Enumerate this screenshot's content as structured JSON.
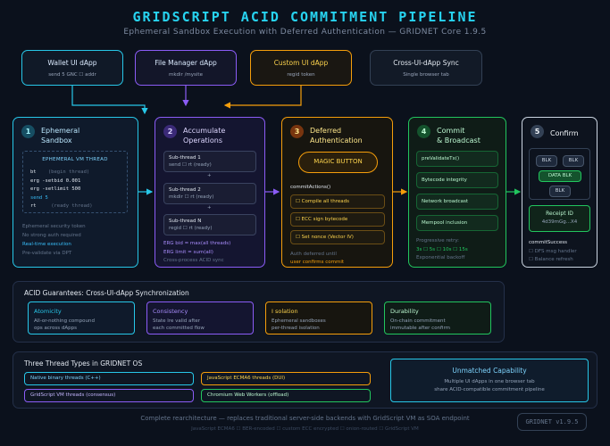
{
  "header": {
    "title": "GRIDSCRIPT ACID COMMITMENT PIPELINE",
    "subtitle": "Ephemeral Sandbox Execution with Deferred Authentication — GRIDNET Core 1.9.5"
  },
  "dapps": [
    {
      "title": "Wallet UI dApp",
      "sub": "send 5 GNC ☐ addr",
      "color": "#27c7e8"
    },
    {
      "title": "File Manager dApp",
      "sub": "mkdir /mysite",
      "color": "#8b5cf6"
    },
    {
      "title": "Custom UI dApp",
      "sub": "regid token",
      "color": "#f59e0b"
    },
    {
      "title": "Cross-UI-dApp Sync",
      "sub": "Single browser tab",
      "color": "#475569"
    }
  ],
  "col1": {
    "num": "1",
    "title": "Ephemeral",
    "title2": "Sandbox",
    "vm_title": "EPHEMERAL VM THREAD",
    "code": [
      {
        "k": "bt",
        "c": "(begin thread)"
      },
      {
        "k": "erg -setbid 0.001",
        "c": ""
      },
      {
        "k": "erg -setlimit 500",
        "c": ""
      },
      {
        "k": "send 5",
        "c": ""
      },
      {
        "k": "rt",
        "c": "(ready thread)"
      }
    ],
    "notes": [
      "Ephemeral security token",
      "No strong auth required",
      "Real-time execution",
      "Pre-validate via DPT"
    ]
  },
  "col2": {
    "num": "2",
    "title": "Accumulate",
    "title2": "Operations",
    "subs": [
      {
        "name": "Sub-thread 1",
        "cmd": "send ☐ rt (ready)"
      },
      {
        "name": "Sub-thread 2",
        "cmd": "mkdir ☐ rt (ready)"
      },
      {
        "name": "Sub-thread N",
        "cmd": "regid ☐ rt (ready)"
      }
    ],
    "plus": "+",
    "notes": [
      "ERG bid = max(all threads)",
      "ERG limit = sum(all)",
      "Cross-process ACID sync"
    ]
  },
  "col3": {
    "num": "3",
    "title": "Deferred",
    "title2": "Authentication",
    "magic": "MAGIC BUTTON",
    "commit": "commitActions()",
    "steps": [
      "☐ Compile all threads",
      "☐ ECC sign bytecode",
      "☐ Set nonce (Vector IV)"
    ],
    "notes": [
      "Auth deferred until",
      "user confirms commit"
    ]
  },
  "col4": {
    "num": "4",
    "title": "Commit",
    "title2": "& Broadcast",
    "steps": [
      "preValidateTx()",
      "Bytecode integrity",
      "Network broadcast",
      "Mempool inclusion"
    ],
    "notes": [
      "Progressive retry:",
      "3s ☐ 5s ☐ 10s ☐ 15s",
      "Exponential backoff"
    ]
  },
  "col5": {
    "num": "5",
    "title": "Confirm",
    "blk": "BLK",
    "datablk": "DATA BLK",
    "receipt": "Receipt ID",
    "receipt_id": "4d39mGg...X4",
    "success": "commitSuccess",
    "notes": [
      "☐ DFS msg handler",
      "☐ Balance refresh"
    ]
  },
  "acid": {
    "title": "ACID Guarantees: Cross-UI-dApp Synchronization",
    "items": [
      {
        "title": "Atomicity",
        "d1": "All-or-nothing compound",
        "d2": "ops across dApps",
        "color": "#27c7e8"
      },
      {
        "title": "Consistency",
        "d1": "State lre valid after",
        "d2": "each committed flow",
        "color": "#8b5cf6"
      },
      {
        "title": "I solation",
        "d1": "Ephemeral sandboxes",
        "d2": "per-thread isolation",
        "color": "#f59e0b"
      },
      {
        "title": "Durability",
        "d1": "On-chain commitment",
        "d2": "immutable after confirm",
        "color": "#22c55e"
      }
    ]
  },
  "threads": {
    "title": "Three Thread Types in GRIDNET OS",
    "items": [
      {
        "label": "Native binary threads (C++)",
        "color": "#27c7e8"
      },
      {
        "label": "JavaScript ECMA6 threads (DUI)",
        "color": "#f59e0b"
      },
      {
        "label": "GridScript VM threads (consensus)",
        "color": "#8b5cf6"
      },
      {
        "label": "Chromium Web Workers (offload)",
        "color": "#22c55e"
      }
    ],
    "cap_title": "Unmatched Capability",
    "cap1": "Multiple UI dApps in one browser tab",
    "cap2": "share ACID-compatible commitment pipeline"
  },
  "footer": {
    "line1": "Complete rearchitecture — replaces traditional server-side backends with GridScript VM as SOA endpoint",
    "line2": "JavaScript ECMA6 ☐ BER-encoded ☐ custom ECC encrypted ☐ onion-routed ☐ GridScript VM",
    "version": "GRIDNET v1.9.5"
  }
}
